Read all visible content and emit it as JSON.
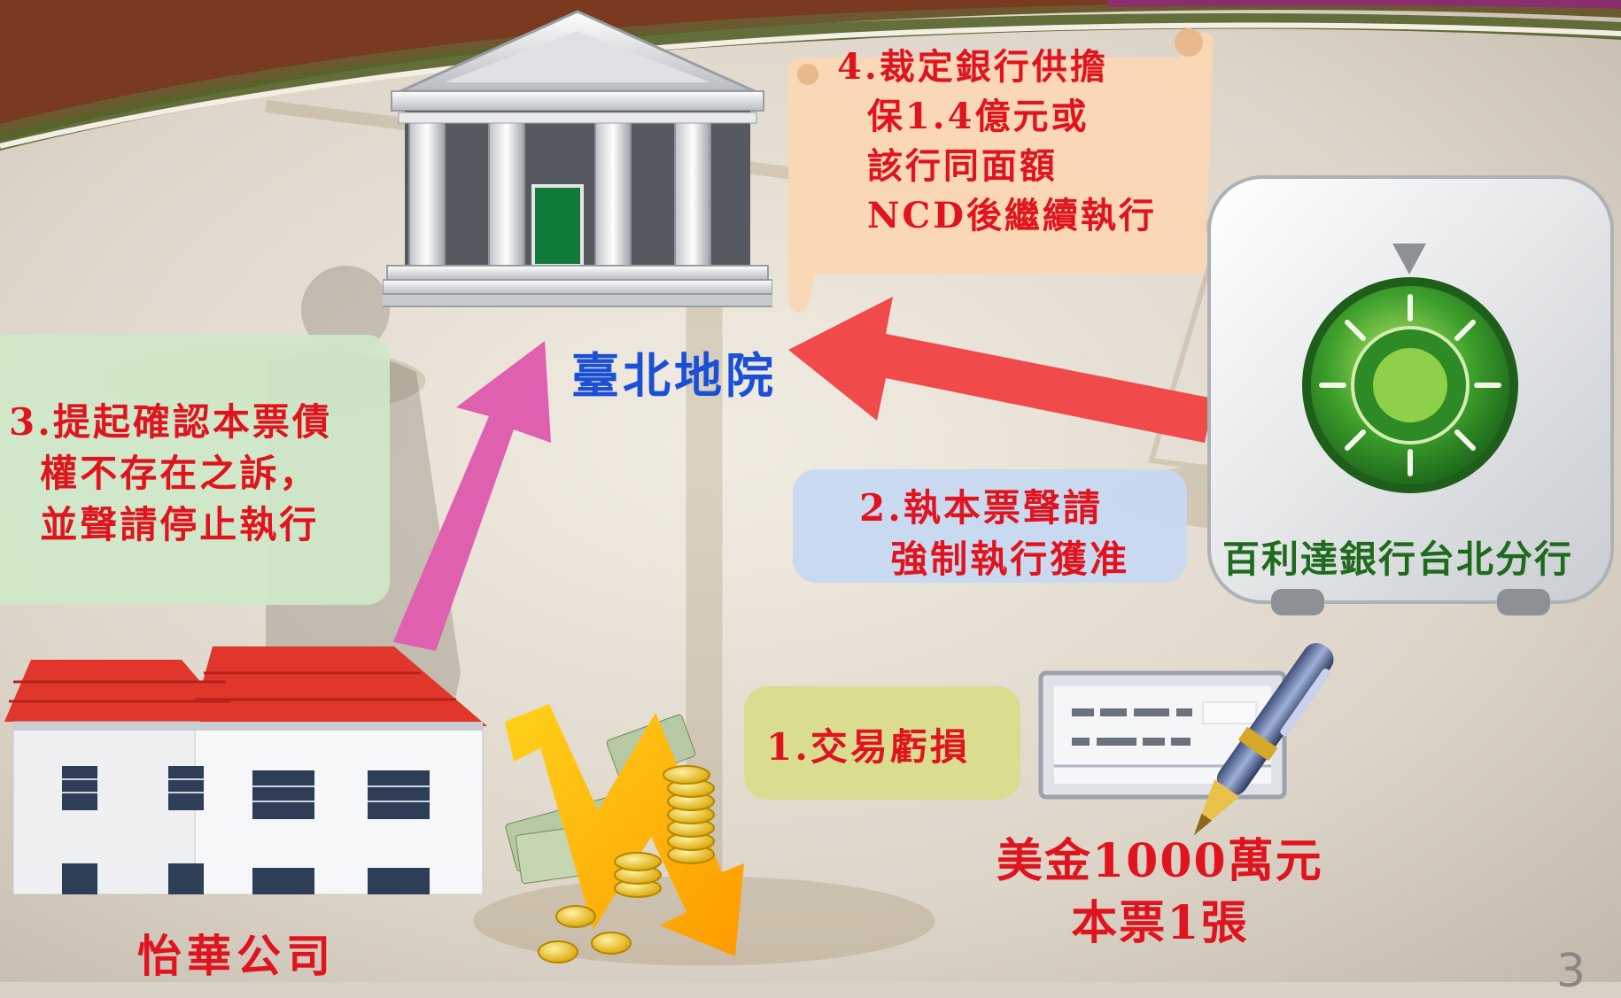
{
  "nodes": {
    "court": "臺北地院",
    "bank": "百利達銀行台北分行",
    "company": "怡華公司",
    "note": "美金1000萬元\n本票1張"
  },
  "steps": {
    "step1": "1.交易虧損",
    "step2": "2.執本票聲請\n  強制執行獲准",
    "step3": "3.提起確認本票債\n  權不存在之訴，\n  並聲請停止執行",
    "step4": "4.裁定銀行供擔\n  保1.4億元或\n  該行同面額\n  NCD後繼續執行"
  },
  "page_number": "3",
  "colors": {
    "title_blue": "#1a4fd6",
    "step_red": "#e0141e",
    "bank_green": "#1e6b1e",
    "arrow_pink": "#e060b0",
    "arrow_red": "#f04a4a",
    "box_green": "#cfe8c8",
    "box_blue": "#c7d9f1",
    "box_olive": "#d9dc8c",
    "scroll_peach": "#fbd7b4"
  },
  "icons": [
    "courthouse-icon",
    "safe-icon",
    "house-icon",
    "money-chart-icon",
    "check-pen-icon"
  ]
}
